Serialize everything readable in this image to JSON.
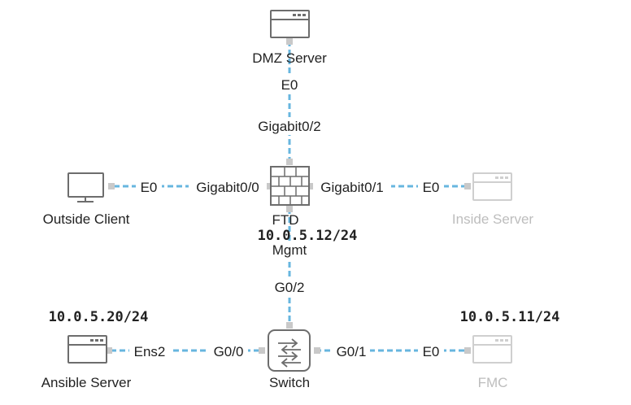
{
  "nodes": {
    "dmz_server": {
      "name": "DMZ Server"
    },
    "outside_client": {
      "name": "Outside Client"
    },
    "ftd": {
      "name": "FTD",
      "ip": "10.0.5.12/24"
    },
    "inside_server": {
      "name": "Inside Server"
    },
    "ansible_server": {
      "name": "Ansible Server",
      "ip": "10.0.5.20/24"
    },
    "switch": {
      "name": "Switch"
    },
    "fmc": {
      "name": "FMC",
      "ip": "10.0.5.11/24"
    }
  },
  "links": {
    "dmz_ftd": {
      "a_port": "E0",
      "b_port": "Gigabit0/2"
    },
    "client_ftd": {
      "a_port": "E0",
      "b_port": "Gigabit0/0"
    },
    "ftd_inside": {
      "a_port": "Gigabit0/1",
      "b_port": "E0"
    },
    "ftd_switch": {
      "a_port": "Mgmt",
      "b_port": "G0/2"
    },
    "ansible_switch": {
      "a_port": "Ens2",
      "b_port": "G0/0"
    },
    "switch_fmc": {
      "a_port": "G0/1",
      "b_port": "E0"
    }
  },
  "colors": {
    "link": "#67b6df",
    "device_outline": "#6d6d6d",
    "dimmed_device": "#cfcfcf",
    "dimmed_text": "#bdbdbd"
  }
}
